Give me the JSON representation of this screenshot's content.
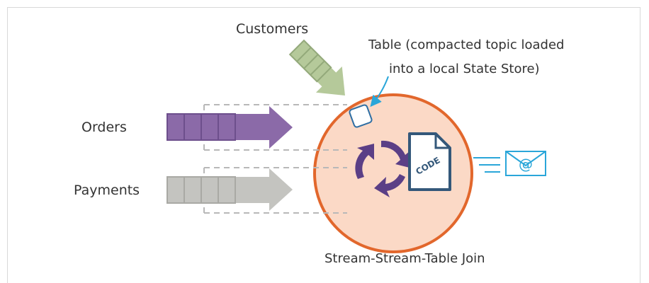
{
  "diagram": {
    "title": "Stream-Stream-Table Join",
    "streams": {
      "customers": "Customers",
      "orders": "Orders",
      "payments": "Payments"
    },
    "annotation": {
      "line1": "Table (compacted topic loaded",
      "line2": "into a local State Store)"
    },
    "code_label": "CODE",
    "output_icon": "email-icon",
    "colors": {
      "orders": "#8b6aa8",
      "payments": "#c4c4c0",
      "customers": "#b5c99a",
      "circle_fill": "#fbd9c6",
      "circle_stroke": "#e2672c",
      "process": "#5b3f86",
      "code": "#34587a",
      "email": "#2aa6d9"
    }
  }
}
